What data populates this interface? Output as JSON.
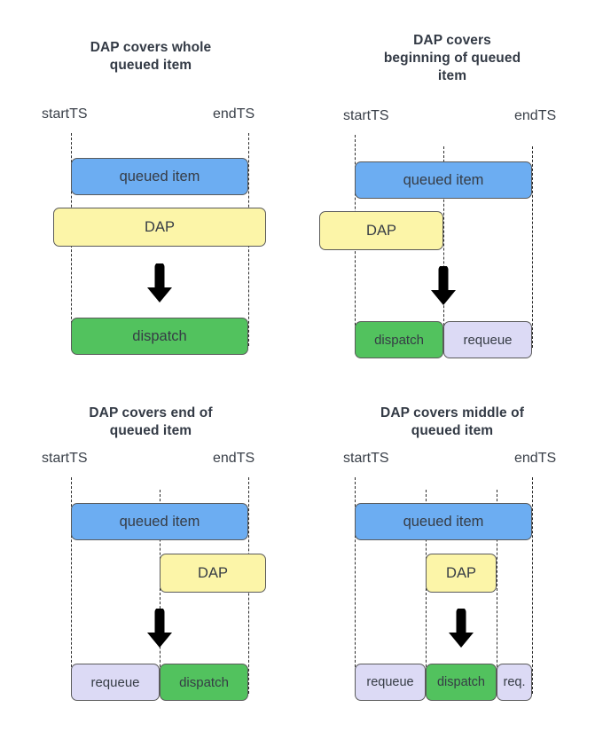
{
  "diagram": {
    "title_color": "#333a45",
    "colors": {
      "queued_item": "#6cadf2",
      "dap": "#fcf5a8",
      "dispatch": "#52c25e",
      "requeue": "#dcdaf5",
      "dashed_line": "#2b2b2b",
      "arrow": "#000000",
      "background": "#ffffff"
    },
    "axis_labels": {
      "start": "startTS",
      "end": "endTS"
    },
    "arrow_icon": "down-arrow-icon",
    "panels": [
      {
        "id": "whole",
        "title": "DAP covers whole\nqueued item",
        "title_line1": "DAP covers whole",
        "title_line2": "queued item",
        "start_label": "startTS",
        "end_label": "endTS",
        "queued_item": "queued item",
        "dap": "DAP",
        "result": [
          {
            "label": "dispatch",
            "kind": "dispatch"
          }
        ]
      },
      {
        "id": "beginning",
        "title": "DAP covers\nbeginning of queued\nitem",
        "title_line1": "DAP covers",
        "title_line2": "beginning of queued",
        "title_line3": "item",
        "start_label": "startTS",
        "end_label": "endTS",
        "queued_item": "queued item",
        "dap": "DAP",
        "result": [
          {
            "label": "dispatch",
            "kind": "dispatch"
          },
          {
            "label": "requeue",
            "kind": "requeue"
          }
        ]
      },
      {
        "id": "end",
        "title": "DAP covers end of\nqueued item",
        "title_line1": "DAP covers end of",
        "title_line2": "queued item",
        "start_label": "startTS",
        "end_label": "endTS",
        "queued_item": "queued item",
        "dap": "DAP",
        "result": [
          {
            "label": "requeue",
            "kind": "requeue"
          },
          {
            "label": "dispatch",
            "kind": "dispatch"
          }
        ]
      },
      {
        "id": "middle",
        "title": "DAP covers middle of\nqueued item",
        "title_line1": "DAP covers middle of",
        "title_line2": "queued item",
        "start_label": "startTS",
        "end_label": "endTS",
        "queued_item": "queued item",
        "dap": "DAP",
        "result": [
          {
            "label": "requeue",
            "kind": "requeue"
          },
          {
            "label": "dispatch",
            "kind": "dispatch"
          },
          {
            "label": "req.",
            "kind": "requeue"
          }
        ]
      }
    ]
  }
}
